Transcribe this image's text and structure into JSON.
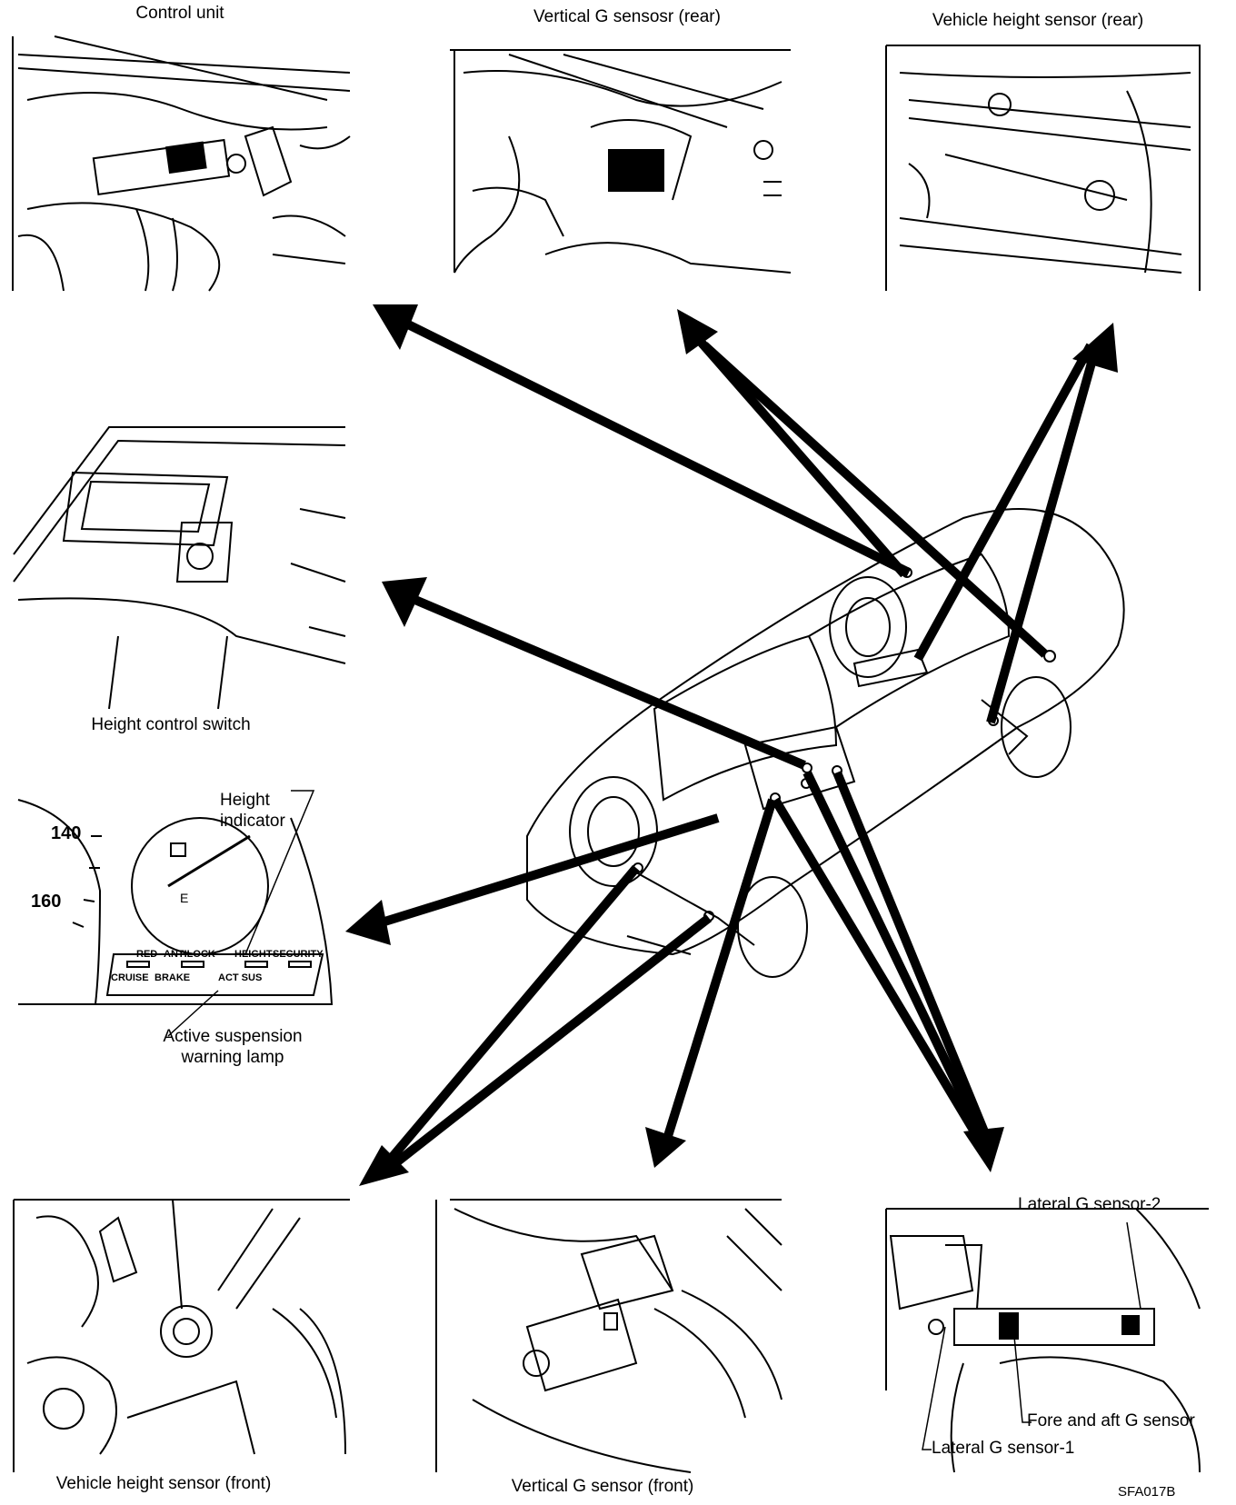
{
  "figure_code": "SFA017B",
  "components": {
    "control_unit": "Control unit",
    "vertical_g_rear": "Vertical G sensosr (rear)",
    "height_sensor_rear": "Vehicle height sensor (rear)",
    "height_control_switch": "Height control switch",
    "height_sensor_front": "Vehicle height sensor (front)",
    "vertical_g_front": "Vertical G sensor (front)",
    "lateral_g_1": "Lateral G sensor-1",
    "lateral_g_2": "Lateral G sensor-2",
    "fore_aft_g": "Fore and aft G sensor"
  },
  "gauge": {
    "height_indicator": "Height indicator",
    "active_warning_lamp": "Active suspension warning lamp",
    "speed_140": "140",
    "speed_160": "160",
    "fuel_e": "E",
    "lamps_top": [
      "RED",
      "ANTILOCK",
      "HEIGHT",
      "SECURITY"
    ],
    "lamps_bottom": [
      "CRUISE",
      "BRAKE",
      "ACT SUS"
    ]
  }
}
